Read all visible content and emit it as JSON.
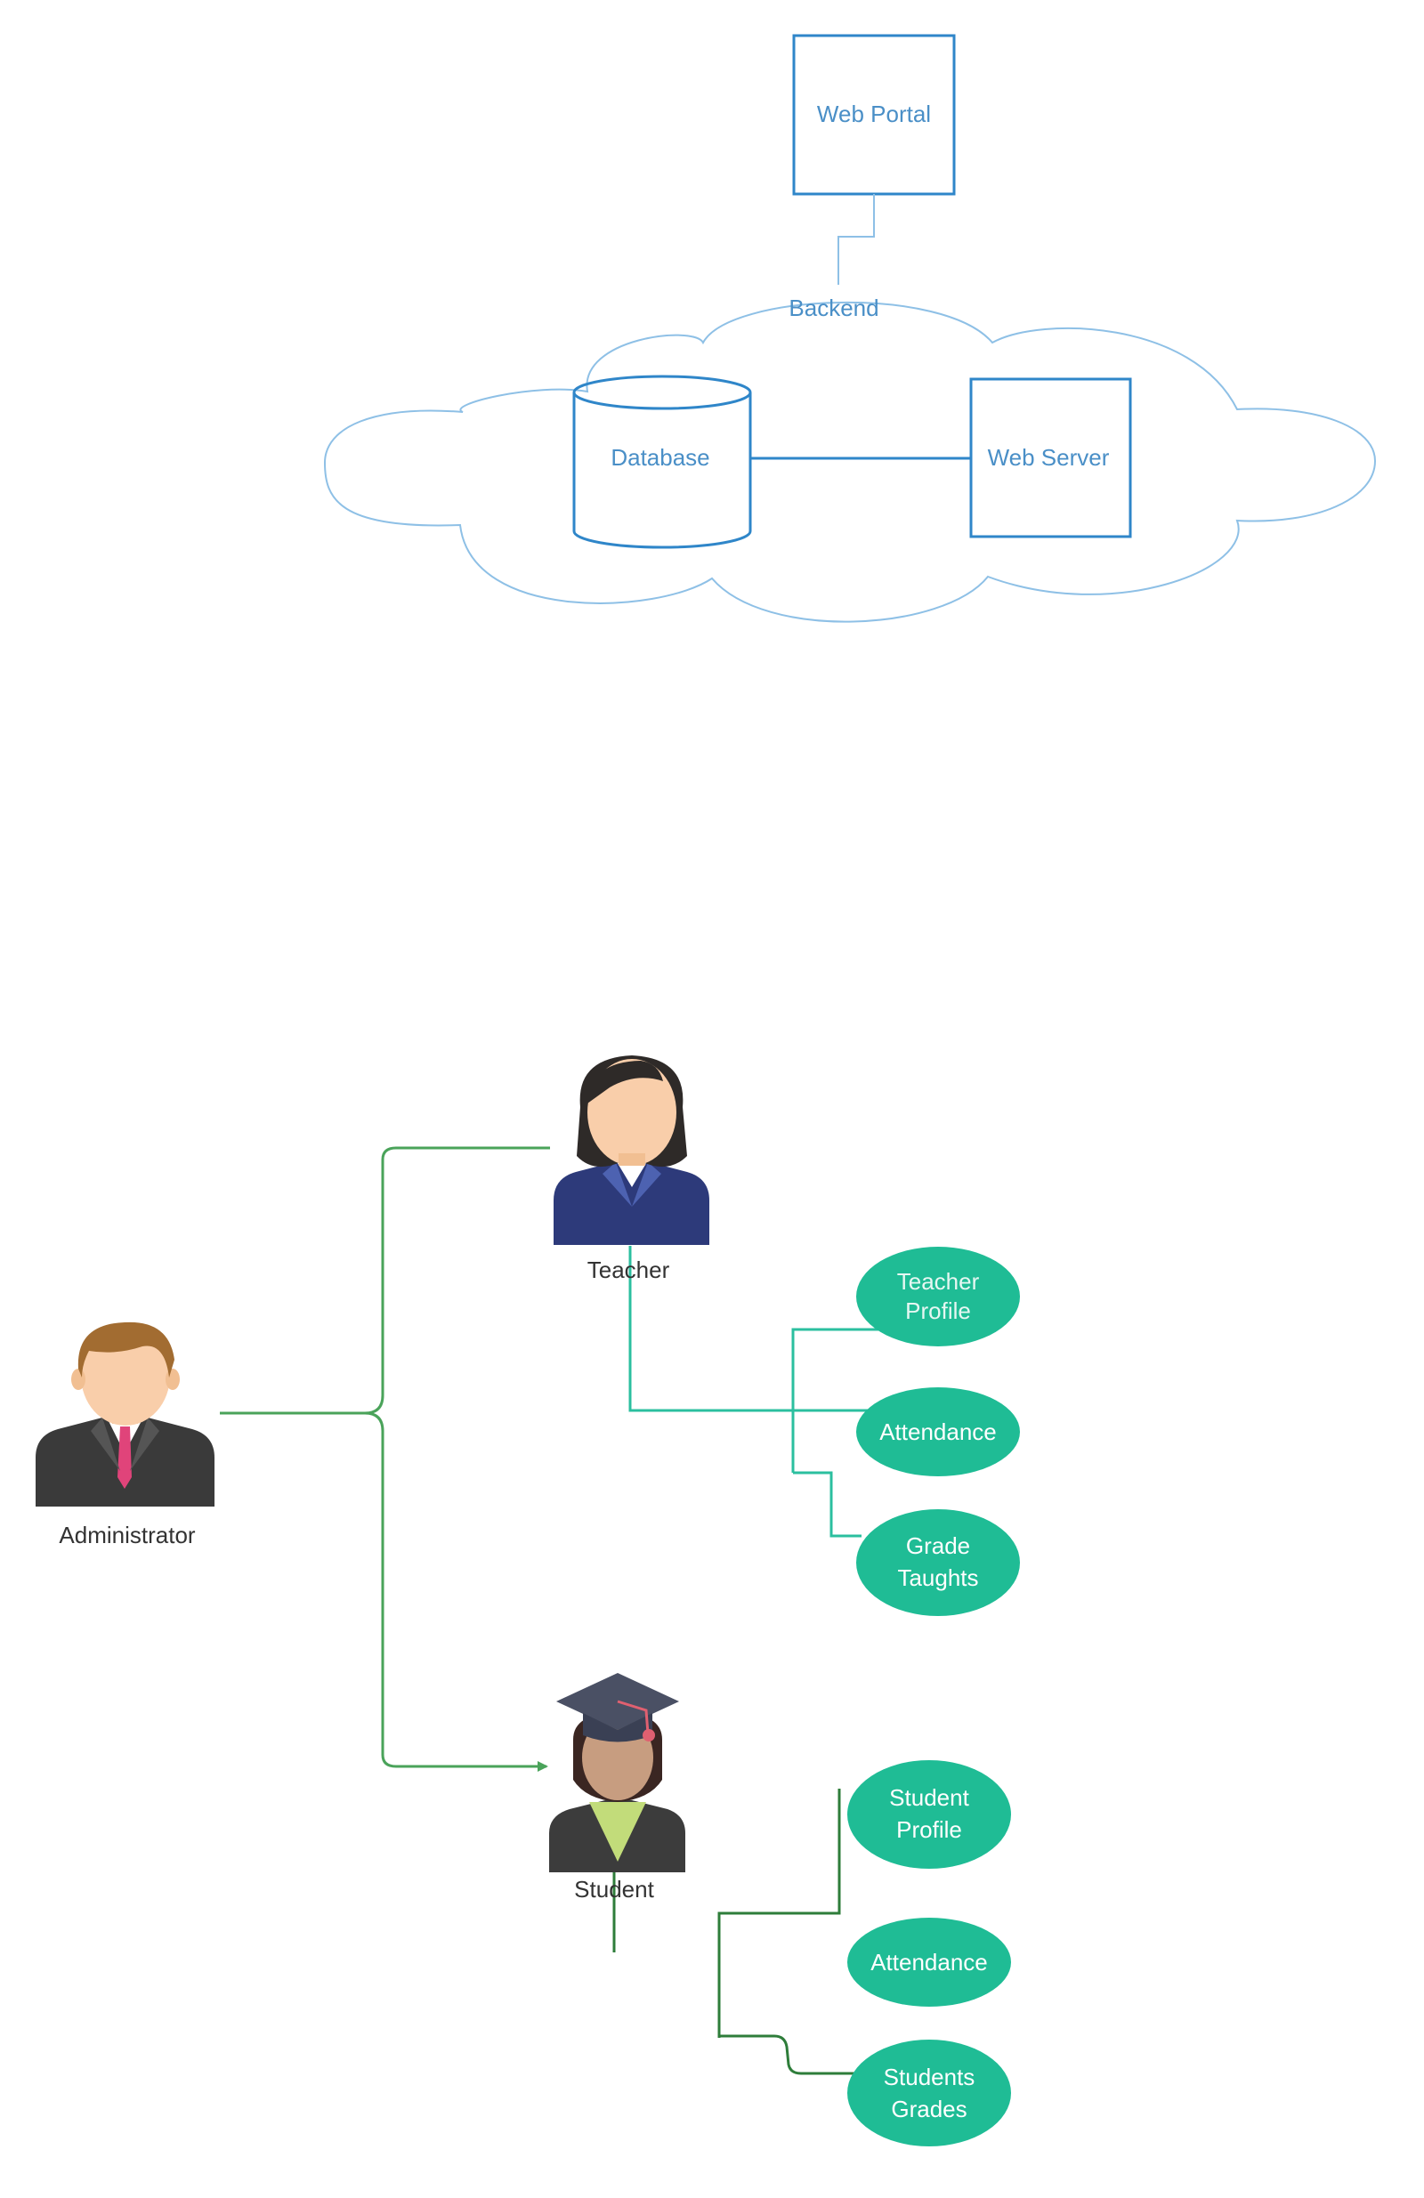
{
  "colors": {
    "architecture_stroke": "#2f86c9",
    "cloud_stroke": "#8ec0e6",
    "admin_connector": "#4aa35a",
    "teacher_connector": "#2bbf9f",
    "student_connector": "#2e7d3a",
    "ellipse_fill": "#1fbc95"
  },
  "architecture": {
    "web_portal": "Web Portal",
    "backend": "Backend",
    "database": "Database",
    "web_server": "Web Server"
  },
  "actors": {
    "administrator": {
      "label": "Administrator",
      "icon": "businessman-icon"
    },
    "teacher": {
      "label": "Teacher",
      "icon": "businesswoman-icon"
    },
    "student": {
      "label": "Student",
      "icon": "graduate-icon"
    }
  },
  "teacher_functions": [
    {
      "line1": "Teacher",
      "line2": "Profile"
    },
    {
      "line1": "Attendance",
      "line2": ""
    },
    {
      "line1": "Grade",
      "line2": "Taughts"
    }
  ],
  "student_functions": [
    {
      "line1": "Student",
      "line2": "Profile"
    },
    {
      "line1": "Attendance",
      "line2": ""
    },
    {
      "line1": "Students",
      "line2": "Grades"
    }
  ]
}
